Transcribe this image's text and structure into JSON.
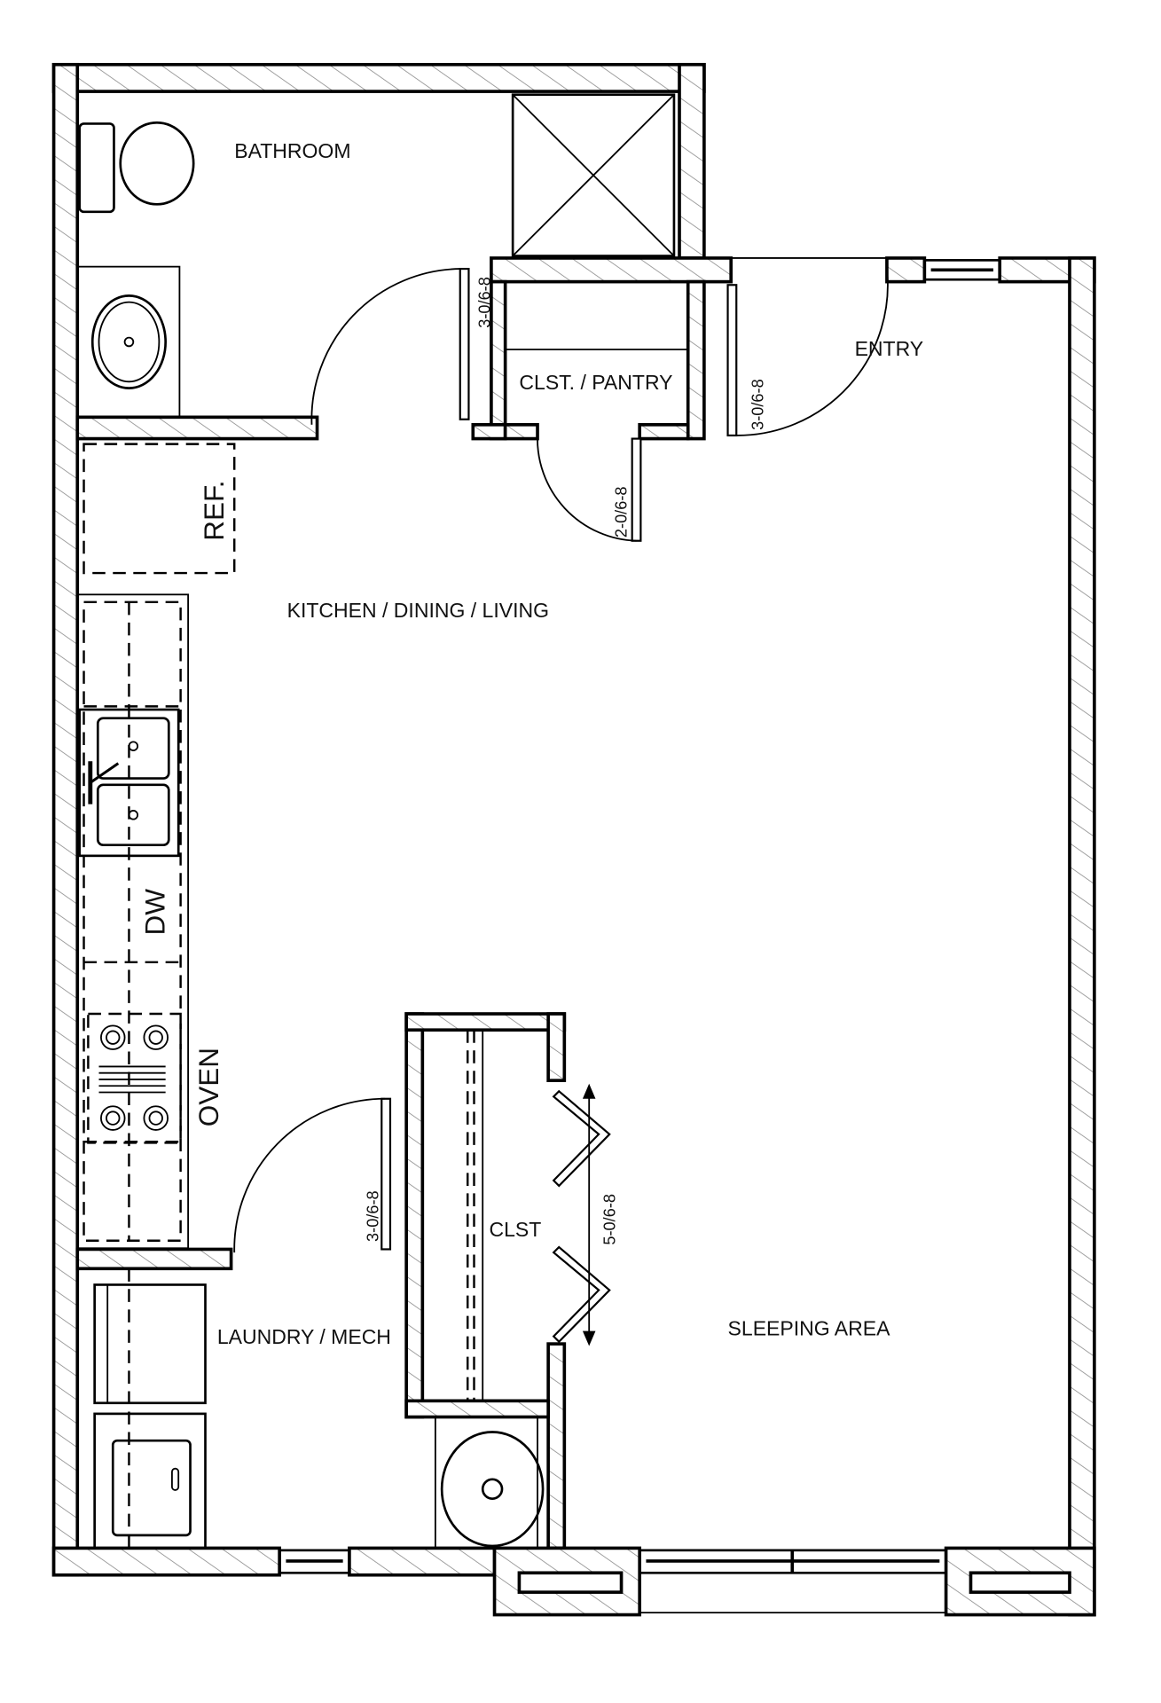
{
  "plan": {
    "rooms": {
      "bathroom": "BATHROOM",
      "pantry": "CLST. / PANTRY",
      "entry": "ENTRY",
      "kitchen": "KITCHEN / DINING / LIVING",
      "laundry": "LAUNDRY / MECH",
      "closet": "CLST",
      "sleeping": "SLEEPING AREA"
    },
    "fixtures": {
      "ref": "REF.",
      "dw": "DW",
      "oven": "OVEN"
    },
    "doors": {
      "bath_door": "3-0/6-8",
      "entry_door": "3-0/6-8",
      "pantry_door": "2-0/6-8",
      "laundry_door": "3-0/6-8",
      "closet_door": "5-0/6-8"
    }
  }
}
